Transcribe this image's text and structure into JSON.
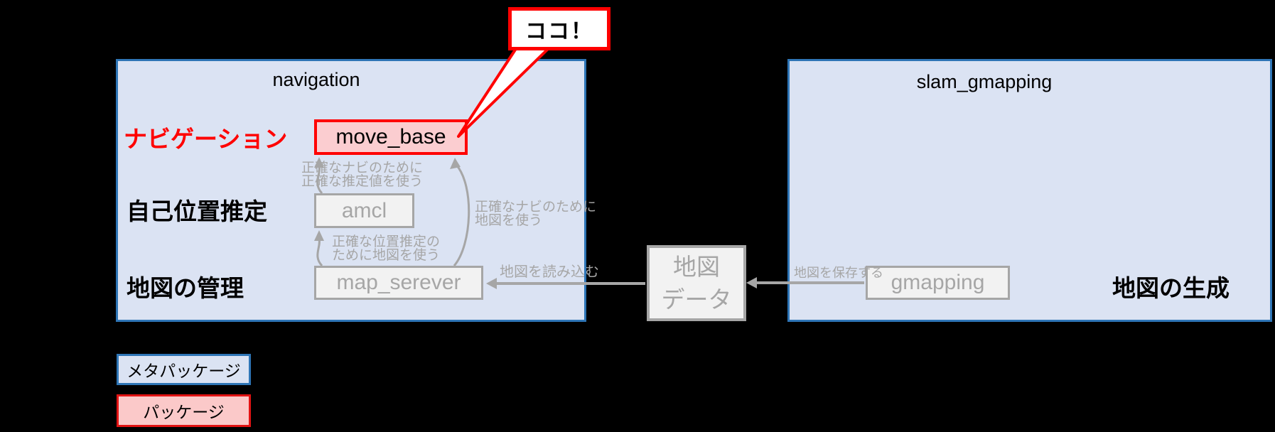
{
  "colors": {
    "background": "#000000",
    "metapackage_fill": "#dbe3f3",
    "metapackage_border": "#2e75b6",
    "package_fill": "#fbcdd0",
    "package_border": "#ff0000",
    "node_fill": "#f2f2f2",
    "node_border": "#a6a6a6",
    "gray_text": "#a6a6a6",
    "red_text": "#ff0000"
  },
  "callout": {
    "label": "ココ！"
  },
  "navigation": {
    "title": "navigation",
    "rows": [
      {
        "label": "ナビゲーション",
        "node": "move_base"
      },
      {
        "label": "自己位置推定",
        "node": "amcl"
      },
      {
        "label": "地図の管理",
        "node": "map_serever"
      }
    ],
    "arrow_labels": [
      {
        "line1": "正確なナビのために",
        "line2": "正確な推定値を使う"
      },
      {
        "line1": "正確な位置推定の",
        "line2": "ために地図を使う"
      },
      {
        "line1": "正確なナビのために",
        "line2": "地図を使う"
      }
    ]
  },
  "slam": {
    "title": "slam_gmapping",
    "node": "gmapping",
    "row_label": "地図の生成"
  },
  "map_data": {
    "line1": "地図",
    "line2": "データ"
  },
  "flow": [
    {
      "label": "地図を読み込む"
    },
    {
      "label": "地図を保存する"
    }
  ],
  "legend": [
    {
      "label": "メタパッケージ"
    },
    {
      "label": "パッケージ"
    }
  ]
}
